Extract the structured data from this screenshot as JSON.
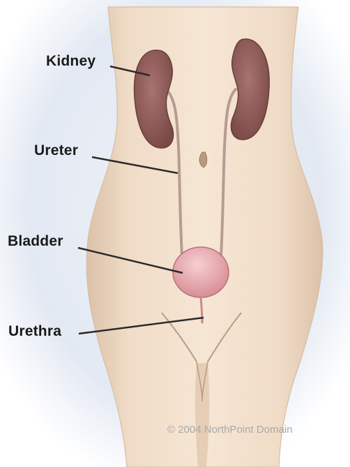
{
  "labels": {
    "kidney": "Kidney",
    "ureter": "Ureter",
    "bladder": "Bladder",
    "urethra": "Urethra"
  },
  "copyright": "© 2004 NorthPoint Domain",
  "colors": {
    "skin": "#f1dcc6",
    "skin_shadow": "#d8bda4",
    "backdrop": "#e6ecf5",
    "kidney": "#8c5b57",
    "bladder": "#e8aeb3",
    "ureter": "#b69c93",
    "leader_line": "#2a2a2a"
  }
}
